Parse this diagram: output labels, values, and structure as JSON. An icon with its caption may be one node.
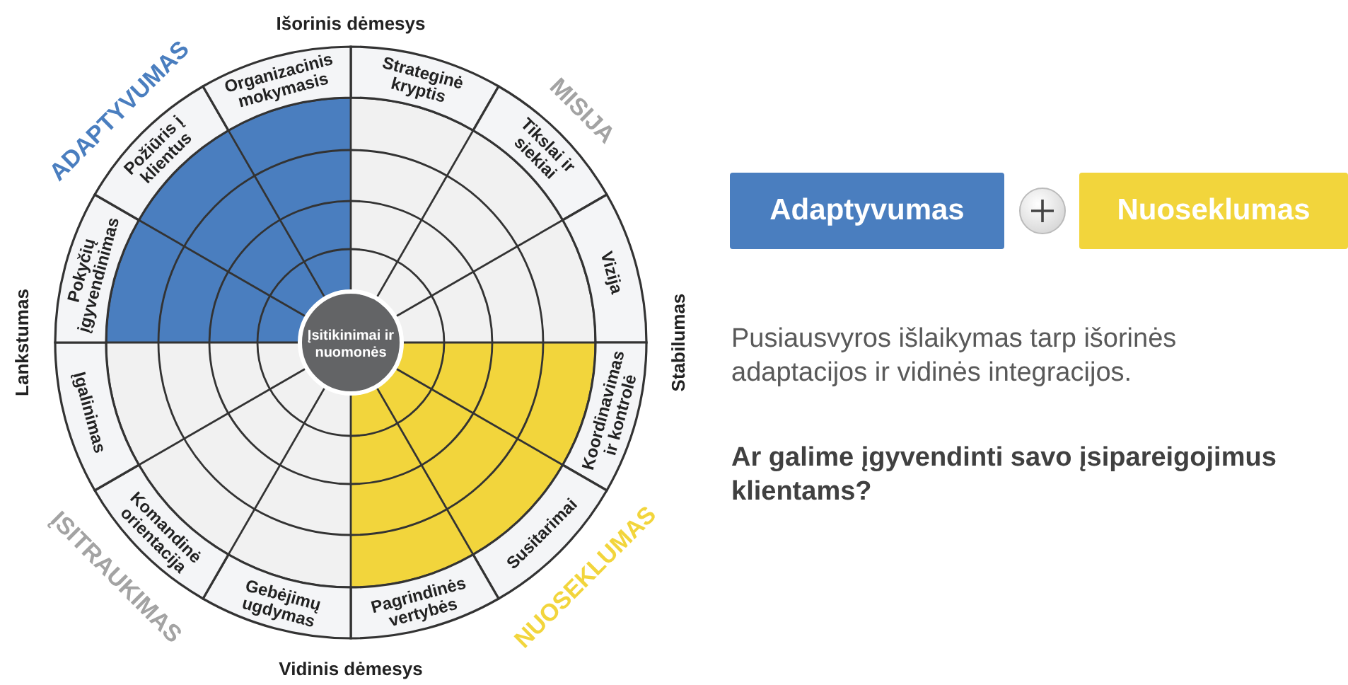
{
  "diagram": {
    "nodes": [
      {
        "text": [
          "Strateginė kryptis"
        ]
      },
      {
        "text": [
          "Tikslai ir siekiai"
        ]
      },
      {
        "text": [
          "Vizija"
        ]
      },
      {
        "text": [
          "Koordinavimas ir kontrolė"
        ]
      },
      {
        "text": [
          "Susitarimai"
        ]
      },
      {
        "text": [
          "Pagrindinės vertybės"
        ]
      },
      {
        "text": [
          "Gebėjimų ugdymas"
        ]
      },
      {
        "text": [
          "Komandinė orientacija"
        ]
      },
      {
        "text": [
          "Įgalinimas"
        ]
      },
      {
        "text": [
          "Pokyčių įgyvendinimas"
        ]
      },
      {
        "text": [
          "Požiūris į klientus"
        ]
      },
      {
        "text": [
          "Organizacinis mokymasis"
        ]
      },
      {
        "text": [
          "Įsitikinimai ir nuomonės"
        ]
      },
      {
        "text": [
          "Adaptyvumas"
        ]
      },
      {
        "text": [
          "Nuoseklumas"
        ]
      }
    ],
    "labels": [
      "Išorinis dėmesys",
      "ADAPTYVUMAS",
      "MISIJA",
      "Lankstumas",
      "Stabilumas",
      "ĮSITRAUKIMAS",
      "NUOSEKLUMAS",
      "Vidinis dėmesys",
      "Pusiausvyros išlaikymas tarp išorinės adaptacijos ir vidinės integracijos.",
      "Ar galime įgyvendinti savo įsipareigojimus klientams?"
    ]
  }
}
